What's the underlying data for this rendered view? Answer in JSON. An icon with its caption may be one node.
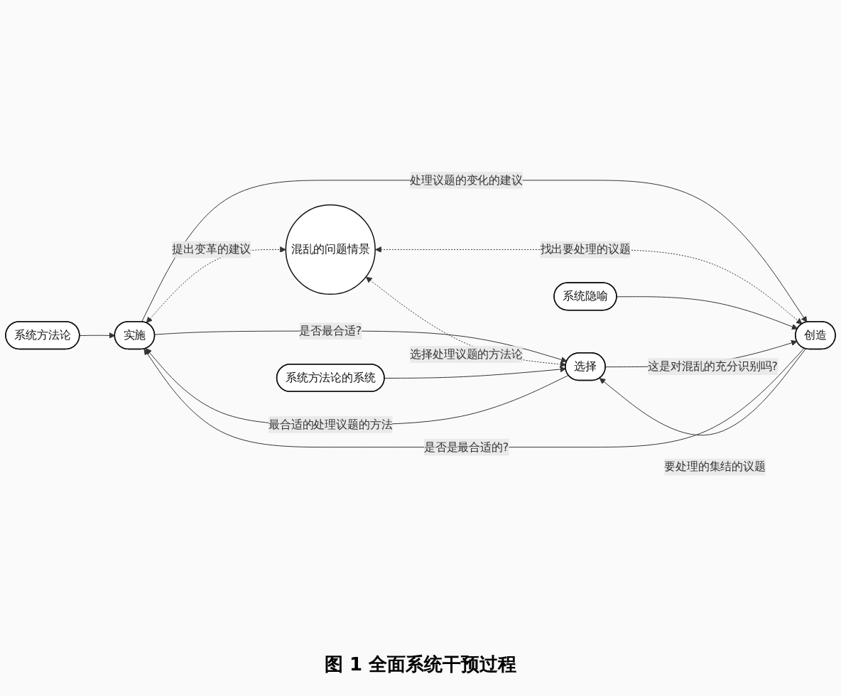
{
  "diagram": {
    "caption": "图 1 全面系统干预过程",
    "nodes": [
      {
        "text": [
          "系统方法论"
        ]
      },
      {
        "text": [
          "实施"
        ]
      },
      {
        "text": [
          "混乱的问题情景"
        ]
      },
      {
        "text": [
          "创造"
        ]
      },
      {
        "text": [
          "系统隐喻"
        ]
      },
      {
        "text": [
          "选择"
        ]
      },
      {
        "text": [
          "系统方法论的系统"
        ]
      }
    ],
    "edges": [
      {
        "from": 0,
        "to": 1,
        "arrow": "to"
      },
      {
        "from": 1,
        "to": 5,
        "arrow": "to",
        "label": "是否最合适?"
      },
      {
        "from": 5,
        "to": 1,
        "arrow": "to",
        "label": "最合适的处理议题的方法"
      },
      {
        "from": 1,
        "to": 2,
        "arrow": "both",
        "style": "dashed",
        "label": "提出变革的建议"
      },
      {
        "from": 3,
        "to": 1,
        "arrow": "to",
        "label": "是否是最合适的?"
      },
      {
        "from": 1,
        "to": 3,
        "arrow": "to",
        "label": "处理议题的变化的建议"
      },
      {
        "from": 2,
        "to": 3,
        "arrow": "both",
        "style": "dashed",
        "label": "找出要处理的议题"
      },
      {
        "from": 4,
        "to": 3,
        "arrow": "to"
      },
      {
        "from": 2,
        "to": 5,
        "arrow": "both",
        "style": "dashed",
        "label": "选择处理议题的方法论"
      },
      {
        "from": 5,
        "to": 3,
        "arrow": "to",
        "label": "这是对混乱的充分识别吗?"
      },
      {
        "from": 3,
        "to": 5,
        "arrow": "to",
        "label": "要处理的集结的议题"
      },
      {
        "from": 6,
        "to": 5,
        "arrow": "to"
      }
    ]
  }
}
